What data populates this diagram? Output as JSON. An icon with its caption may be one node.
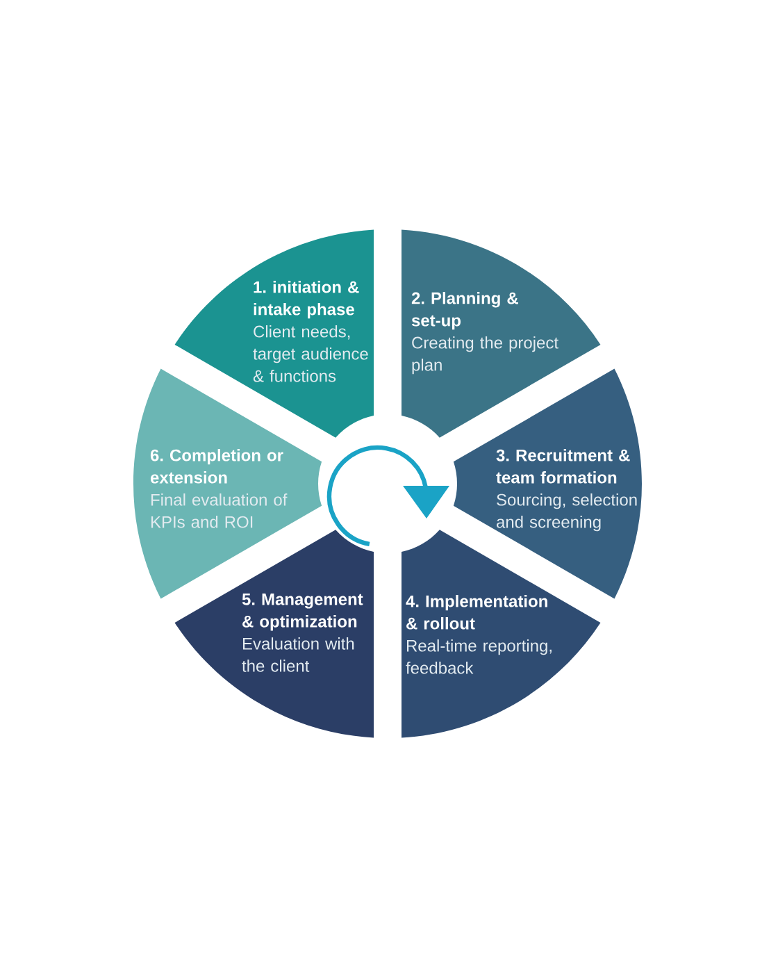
{
  "diagram": {
    "nodes": [
      {
        "text": [
          "1. initiation & intake phase",
          "Client needs, target audience & functions"
        ]
      },
      {
        "text": [
          "2. Planning & set-up",
          "Creating the project plan"
        ]
      },
      {
        "text": [
          "3. Recruitment & team formation",
          "Sourcing, selection and screening"
        ]
      },
      {
        "text": [
          "4. Implementation & rollout",
          "Real-time reporting, feedback"
        ]
      },
      {
        "text": [
          "5. Management & optimization",
          "Evaluation with the client"
        ]
      },
      {
        "text": [
          "6. Completion or extension",
          "Final evaluation of KPIs and ROI"
        ]
      }
    ]
  }
}
